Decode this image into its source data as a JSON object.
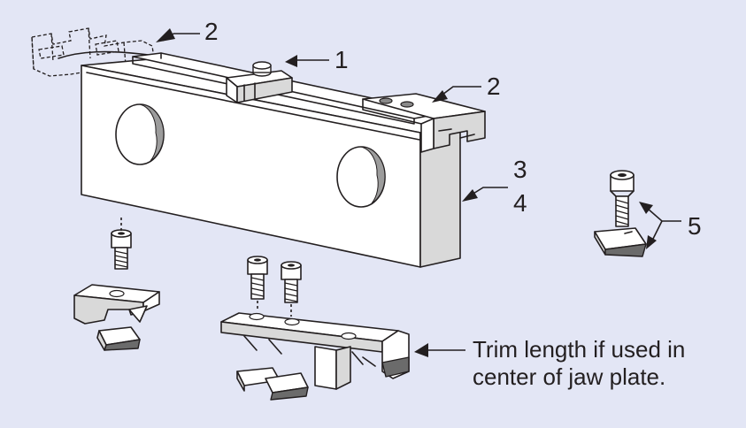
{
  "callouts": {
    "c1": "1",
    "c2_left": "2",
    "c2_right": "2",
    "c3": "3",
    "c4": "4",
    "c5": "5"
  },
  "note": {
    "line1": "Trim length if used in",
    "line2": "center of jaw plate."
  },
  "colors": {
    "background": "#e3e6f5",
    "line": "#231f20",
    "part_fill": "#ffffff",
    "shade": "#d9d9d9",
    "dark_fill": "#6b6b6b"
  }
}
